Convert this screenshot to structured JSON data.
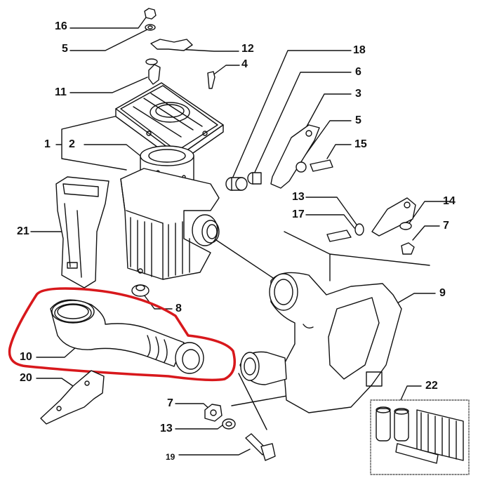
{
  "diagram": {
    "callouts": [
      {
        "id": "c16",
        "text": "16"
      },
      {
        "id": "c5a",
        "text": "5"
      },
      {
        "id": "c12",
        "text": "12"
      },
      {
        "id": "c4",
        "text": "4"
      },
      {
        "id": "c11",
        "text": "11"
      },
      {
        "id": "c18",
        "text": "18"
      },
      {
        "id": "c6",
        "text": "6"
      },
      {
        "id": "c3",
        "text": "3"
      },
      {
        "id": "c5b",
        "text": "5"
      },
      {
        "id": "c15",
        "text": "15"
      },
      {
        "id": "c1",
        "text": "1"
      },
      {
        "id": "c2",
        "text": "2"
      },
      {
        "id": "c13a",
        "text": "13"
      },
      {
        "id": "c14",
        "text": "14"
      },
      {
        "id": "c17",
        "text": "17"
      },
      {
        "id": "c7a",
        "text": "7"
      },
      {
        "id": "c21",
        "text": "21"
      },
      {
        "id": "c9",
        "text": "9"
      },
      {
        "id": "c8",
        "text": "8"
      },
      {
        "id": "c10",
        "text": "10"
      },
      {
        "id": "c20",
        "text": "20"
      },
      {
        "id": "c22",
        "text": "22"
      },
      {
        "id": "c7b",
        "text": "7"
      },
      {
        "id": "c13b",
        "text": "13"
      },
      {
        "id": "c19",
        "text": "19"
      }
    ],
    "highlight_color": "#d8181c",
    "line_color": "#111111"
  }
}
